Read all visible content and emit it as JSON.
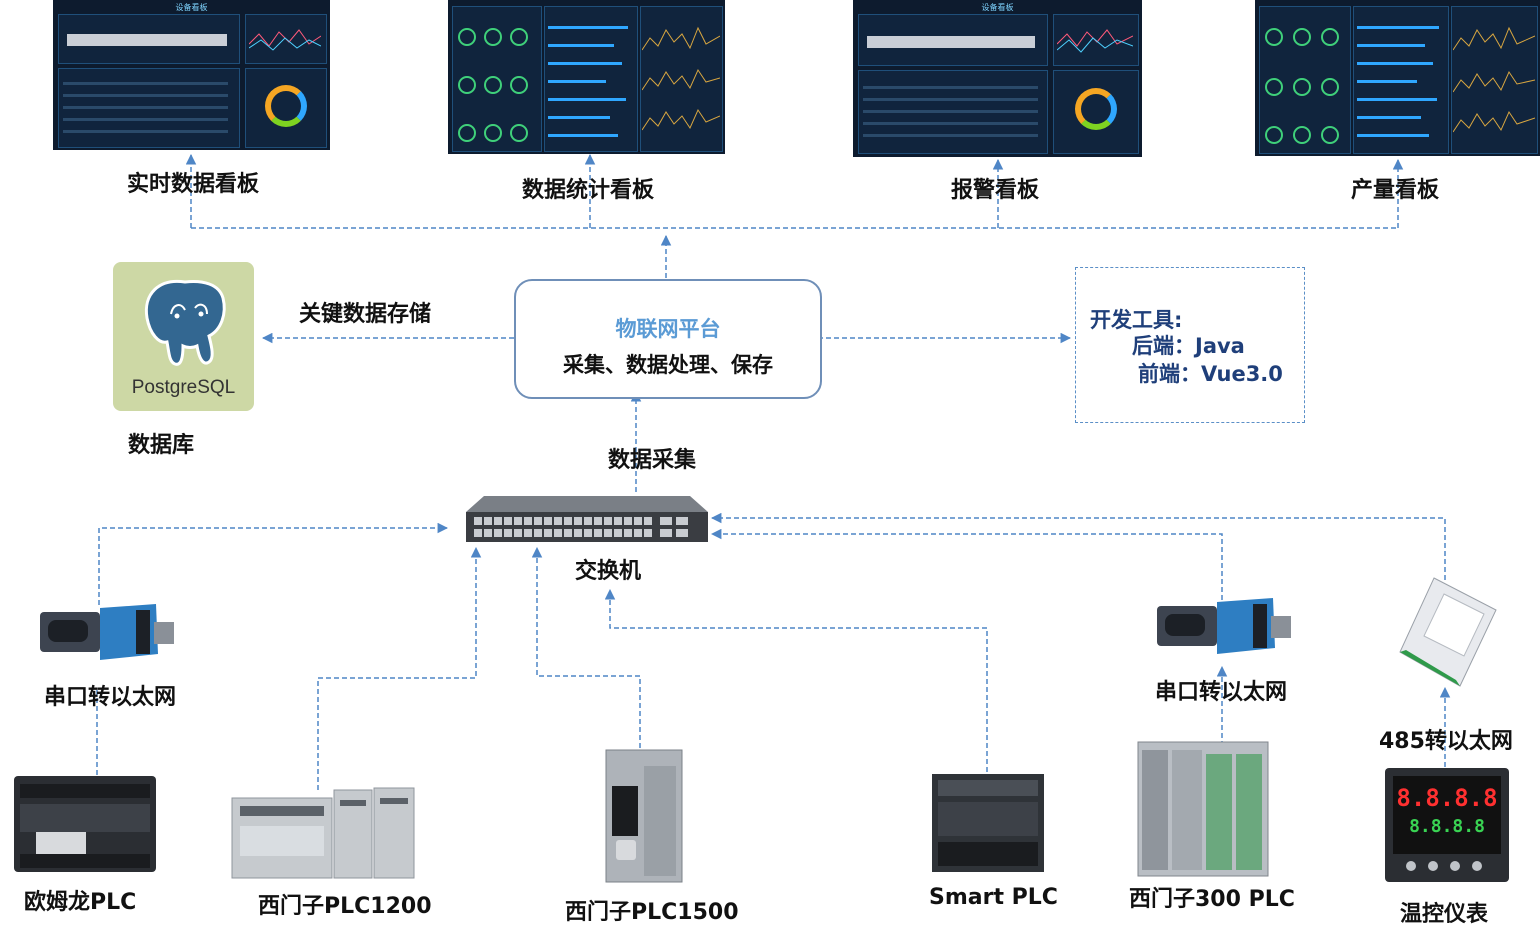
{
  "dashboards": [
    {
      "label": "实时数据看板",
      "header": "设备看板"
    },
    {
      "label": "数据统计看板"
    },
    {
      "label": "报警看板",
      "header": "设备看板"
    },
    {
      "label": "产量看板"
    }
  ],
  "database": {
    "logo_text": "PostgreSQL",
    "label": "数据库"
  },
  "storage_label": "关键数据存储",
  "platform": {
    "title": "物联网平台",
    "subtitle": "采集、数据处理、保存"
  },
  "dev_tools": {
    "title": "开发工具:",
    "backend": "后端：Java",
    "frontend": "前端：Vue3.0"
  },
  "collect_label": "数据采集",
  "switch_label": "交换机",
  "converters": [
    {
      "label": "串口转以太网"
    },
    {
      "label": "串口转以太网"
    },
    {
      "label": "485转以太网"
    }
  ],
  "devices": [
    {
      "label": "欧姆龙PLC"
    },
    {
      "label": "西门子PLC1200"
    },
    {
      "label": "西门子PLC1500"
    },
    {
      "label": "Smart PLC"
    },
    {
      "label": "西门子300 PLC"
    },
    {
      "label": "温控仪表"
    }
  ],
  "thermo_display": "8.8.8.8",
  "colors": {
    "line": "#4f86c6",
    "platform_title": "#5b9bd5",
    "dark_text": "#1f3f7a",
    "dashboard_bg": "#0d1b2e"
  }
}
